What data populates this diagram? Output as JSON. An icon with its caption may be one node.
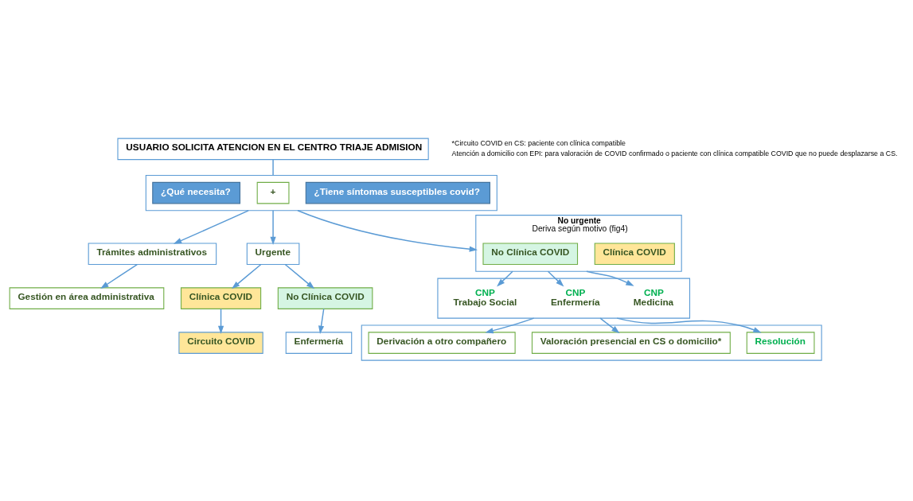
{
  "diagram": {
    "nodes": [
      {
        "text": [
          "USUARIO SOLICITA ATENCION EN EL CENTRO TRIAJE ADMISION"
        ]
      },
      {
        "text": [],
        "shape": "box"
      },
      {
        "text": [
          "¿Tiene síntomas susceptibles covid?"
        ],
        "in": 1
      },
      {
        "text": [
          "+"
        ],
        "in": 1
      },
      {
        "text": [
          "¿Qué necesita?"
        ],
        "in": 1
      },
      {
        "text": [
          "Trámites administrativos"
        ]
      },
      {
        "text": [
          "Gestión en área administrativa"
        ]
      },
      {
        "text": [
          "Urgente"
        ]
      },
      {
        "text": [
          "Clínica COVID"
        ]
      },
      {
        "text": [
          "No Clínica COVID"
        ]
      },
      {
        "text": [
          "Circuito COVID"
        ]
      },
      {
        "text": [
          "Enfermería"
        ]
      },
      {
        "text": [
          "No urgente",
          "Deriva según motivo (fig4)"
        ]
      },
      {
        "text": [
          "Clínica COVID"
        ],
        "in": 12
      },
      {
        "text": [
          "No Clínica COVID"
        ],
        "in": 12
      },
      {
        "text": [],
        "shape": "box"
      },
      {
        "text": [
          "CNP",
          "Medicina"
        ],
        "in": 15
      },
      {
        "text": [
          "CNP",
          "Enfermería"
        ],
        "in": 15
      },
      {
        "text": [
          "CNP",
          "Trabajo Social"
        ],
        "in": 15
      },
      {
        "text": [],
        "shape": "box"
      },
      {
        "text": [
          "Resolución"
        ],
        "in": 19
      },
      {
        "text": [
          "Valoración presencial en CS o domicilio*"
        ],
        "in": 19
      },
      {
        "text": [
          "Derivación a otro compañero"
        ],
        "in": 19
      }
    ],
    "edges": [
      {
        "from": 0,
        "to": 1,
        "arrow": "none"
      },
      {
        "from": 1,
        "to": 5,
        "arrow": "to"
      },
      {
        "from": 5,
        "to": 6,
        "arrow": "to"
      },
      {
        "from": 1,
        "to": 7,
        "arrow": "to"
      },
      {
        "from": 1,
        "to": 12,
        "arrow": "to"
      },
      {
        "from": 7,
        "to": 8,
        "arrow": "to"
      },
      {
        "from": 7,
        "to": 9,
        "arrow": "to"
      },
      {
        "from": 8,
        "to": 10,
        "arrow": "to"
      },
      {
        "from": 9,
        "to": 11,
        "arrow": "to"
      },
      {
        "from": 12,
        "to": 16,
        "arrow": "to"
      },
      {
        "from": 12,
        "to": 17,
        "arrow": "to"
      },
      {
        "from": 12,
        "to": 18,
        "arrow": "to"
      },
      {
        "from": 15,
        "to": 20,
        "arrow": "to"
      },
      {
        "from": 15,
        "to": 21,
        "arrow": "to"
      },
      {
        "from": 15,
        "to": 22,
        "arrow": "to"
      }
    ],
    "labels": [
      "*Circuito COVID en CS: paciente con clínica compatible",
      "Atención a domicilio con EPI: para valoración de COVID confirmado o paciente con clínica compatible COVID que no puede desplazarse a CS."
    ]
  }
}
